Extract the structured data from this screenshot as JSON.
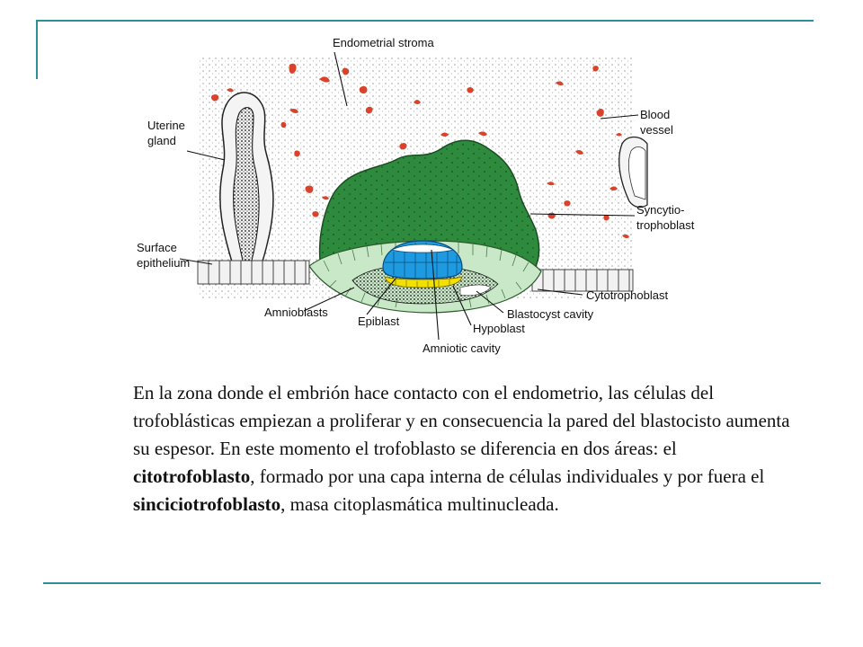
{
  "colors": {
    "accent": "#2d8f9a",
    "syncytiotrophoblast": "#2e8b3e",
    "cytotrophoblast": "#c8e8c8",
    "epiblast": "#1e9be0",
    "hypoblast": "#f2e000",
    "blood_vessel": "#d9432c"
  },
  "diagram": {
    "labels": {
      "endometrial_stroma": "Endometrial stroma",
      "uterine_gland_1": "Uterine",
      "uterine_gland_2": "gland",
      "blood_vessel_1": "Blood",
      "blood_vessel_2": "vessel",
      "syncytio_1": "Syncytio-",
      "syncytio_2": "trophoblast",
      "surface_1": "Surface",
      "surface_2": "epithelium",
      "cytotrophoblast": "Cytotrophoblast",
      "amnioblasts": "Amnioblasts",
      "epiblast": "Epiblast",
      "blastocyst_cavity": "Blastocyst cavity",
      "hypoblast": "Hypoblast",
      "amniotic_cavity": "Amniotic cavity"
    }
  },
  "text": {
    "p1": "En la zona donde el embrión hace contacto con el endometrio, las células del trofoblásticas empiezan a proliferar y en consecuencia la pared del blastocisto aumenta su espesor. En este momento el trofoblasto se diferencia en dos áreas: el ",
    "b1": "citotrofoblasto",
    "p2": ", formado por una capa interna de células individuales y por fuera el ",
    "b2": "sinciciotrofoblasto",
    "p3": ", masa citoplasmática multinucleada."
  }
}
